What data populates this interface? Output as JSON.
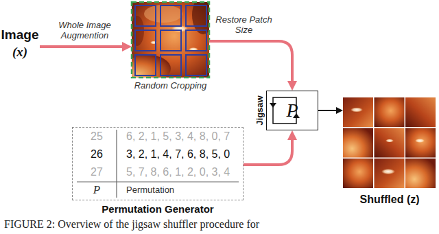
{
  "diagram": {
    "caption": "FIGURE 2: Overview of the jigsaw shuffler procedure for",
    "nodes": [
      {
        "text": [
          "Image",
          "(x)"
        ]
      },
      {
        "text": [
          "Random Cropping"
        ]
      },
      {
        "text": [
          "Jigsaw",
          "P"
        ]
      },
      {
        "text": [
          "Shuffled (z)"
        ]
      },
      {
        "text": [
          "25",
          "6, 2, 1, 5, 3, 4, 8, 0, 7",
          "26",
          "3, 2, 1, 4, 7, 6, 8, 5, 0",
          "27",
          "5, 7, 8, 6, 1, 2, 0, 3, 4",
          "P",
          "Permutation",
          "Permutation Generator"
        ]
      }
    ],
    "edges": [
      {
        "from": 0,
        "to": 1,
        "arrow": "to",
        "label": "Whole Image Augmention"
      },
      {
        "from": 1,
        "to": 2,
        "arrow": "to",
        "label": "Restore Patch Size"
      },
      {
        "from": 4,
        "to": 2,
        "arrow": "to"
      },
      {
        "from": 2,
        "to": 3,
        "arrow": "to"
      }
    ]
  }
}
